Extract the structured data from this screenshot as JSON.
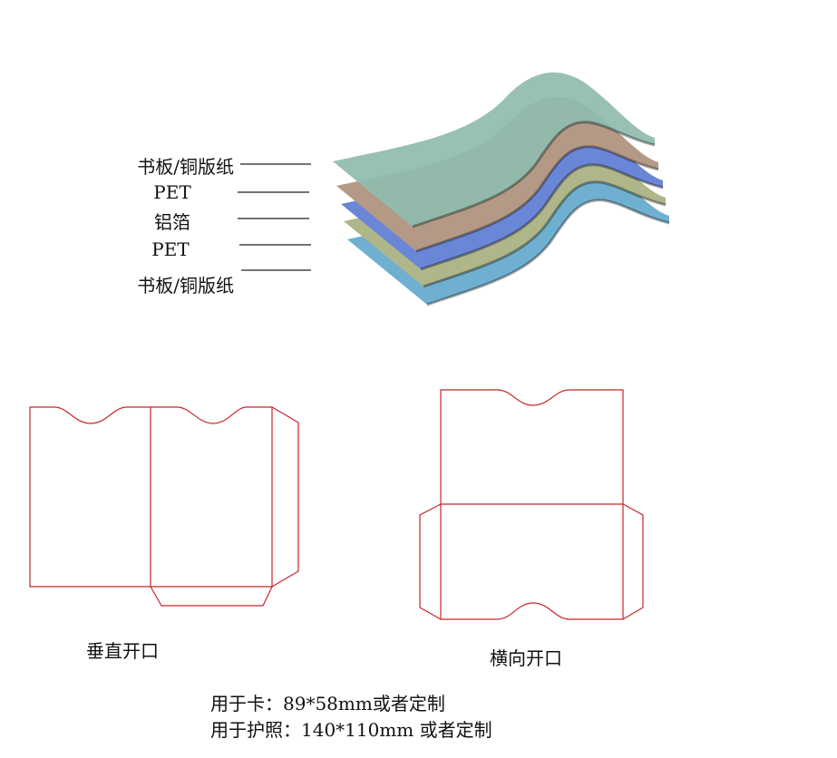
{
  "layers": {
    "labels": [
      "书板/铜版纸",
      "PET",
      "铝箔",
      "PET",
      "书板/铜版纸"
    ],
    "colors": [
      "#8fbcae",
      "#b49a86",
      "#6a86d6",
      "#aeb68a",
      "#6fb0d0"
    ]
  },
  "dielines": {
    "vertical_label": "垂直开口",
    "horizontal_label": "横向开口",
    "line_color": "#c8262a"
  },
  "notes": {
    "card": "用于卡：89*58mm或者定制",
    "passport": "用于护照：140*110mm 或者定制"
  }
}
